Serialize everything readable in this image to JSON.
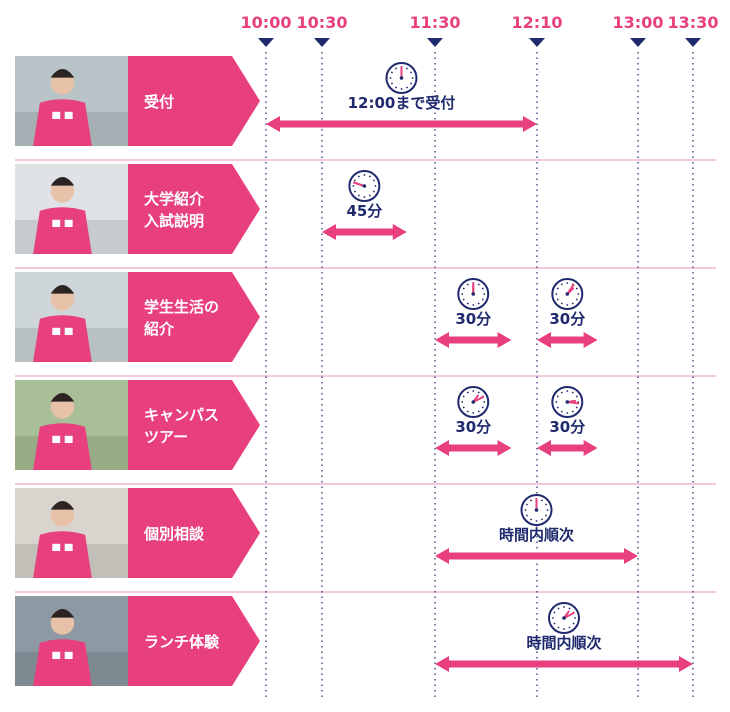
{
  "timeline": {
    "times": [
      {
        "label": "10:00",
        "minutes": 600
      },
      {
        "label": "10:30",
        "minutes": 630
      },
      {
        "label": "11:30",
        "minutes": 690
      },
      {
        "label": "12:10",
        "minutes": 730
      },
      {
        "label": "13:00",
        "minutes": 780
      },
      {
        "label": "13:30",
        "minutes": 810
      }
    ]
  },
  "colors": {
    "accent": "#e8407e",
    "navy": "#1f2a6e",
    "divider": "#f6c8da",
    "text_white": "#ffffff"
  },
  "rows": [
    {
      "id": "reception",
      "photo": "photo-reception",
      "label": [
        "受付"
      ],
      "spans": [
        {
          "start": 600,
          "end": 730,
          "text": "12:00まで受付",
          "clock": "clock-icon"
        }
      ]
    },
    {
      "id": "university-intro",
      "photo": "photo-university-intro",
      "label": [
        "大学紹介",
        "入試説明"
      ],
      "spans": [
        {
          "start": 630,
          "end": 675,
          "text": "45分",
          "clock": "clock-icon"
        }
      ]
    },
    {
      "id": "student-life",
      "photo": "photo-student-life",
      "label": [
        "学生生活の",
        "紹介"
      ],
      "spans": [
        {
          "start": 690,
          "end": 720,
          "text": "30分",
          "clock": "clock-icon"
        },
        {
          "start": 730,
          "end": 760,
          "text": "30分",
          "clock": "clock-icon"
        }
      ]
    },
    {
      "id": "campus-tour",
      "photo": "photo-campus-tour",
      "label": [
        "キャンパス",
        "ツアー"
      ],
      "spans": [
        {
          "start": 690,
          "end": 720,
          "text": "30分",
          "clock": "clock-icon"
        },
        {
          "start": 730,
          "end": 760,
          "text": "30分",
          "clock": "clock-icon"
        }
      ]
    },
    {
      "id": "individual-consult",
      "photo": "photo-individual-consult",
      "label": [
        "個別相談"
      ],
      "spans": [
        {
          "start": 690,
          "end": 780,
          "text": "時間内順次",
          "clock": "clock-icon"
        }
      ]
    },
    {
      "id": "lunch",
      "photo": "photo-lunch",
      "label": [
        "ランチ体験"
      ],
      "spans": [
        {
          "start": 690,
          "end": 810,
          "text": "時間内順次",
          "clock": "clock-icon"
        }
      ]
    }
  ]
}
